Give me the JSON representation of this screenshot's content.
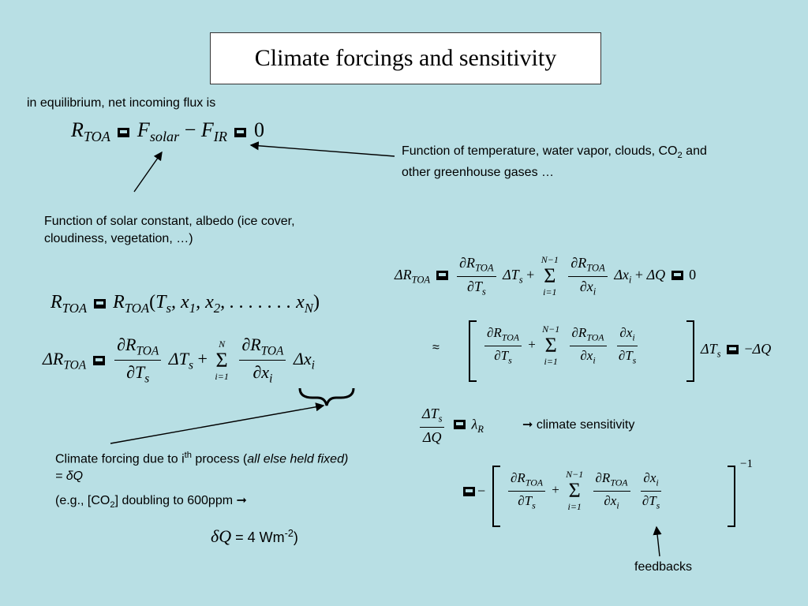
{
  "slide": {
    "title": "Climate forcings and sensitivity",
    "intro": "in equilibrium, net incoming flux is",
    "eq1": {
      "lhs": "R",
      "lhs_sub": "TOA",
      "f_solar": "F",
      "f_solar_sub": "solar",
      "f_ir": "F",
      "f_ir_sub": "IR",
      "rhs": "0"
    },
    "note_ir": "Function of temperature, water vapor, clouds, CO",
    "note_ir_sub": "2",
    "note_ir_end": " and other greenhouse gases …",
    "note_solar": "Function of solar constant, albedo (ice cover, cloudiness, vegetation, …)",
    "eq_functional": "R",
    "eq_functional_args": "T",
    "eq_functional_x": "x",
    "sum_upper_n": "N",
    "sum_lower_i": "i",
    "sum_upper_n1": "N",
    "one": "1",
    "zero": "0",
    "forcing_label_a": "Climate forcing due to i",
    "forcing_label_sup": "th",
    "forcing_label_b": " process (",
    "forcing_label_ital": "all else held fixed) = δQ",
    "example_a": "(e.g., [CO",
    "example_sub": "2",
    "example_b": "] doubling to 600ppm ➞",
    "dq_sym": "δQ",
    "dq_value": " = 4 Wm",
    "dq_exp": "-2",
    "dq_close": ")",
    "sensitivity_label": "➞ climate sensitivity",
    "feedbacks_label": "feedbacks",
    "exp_neg1": "1"
  },
  "colors": {
    "background": "#b8dfe4",
    "title_bg": "#ffffff"
  }
}
